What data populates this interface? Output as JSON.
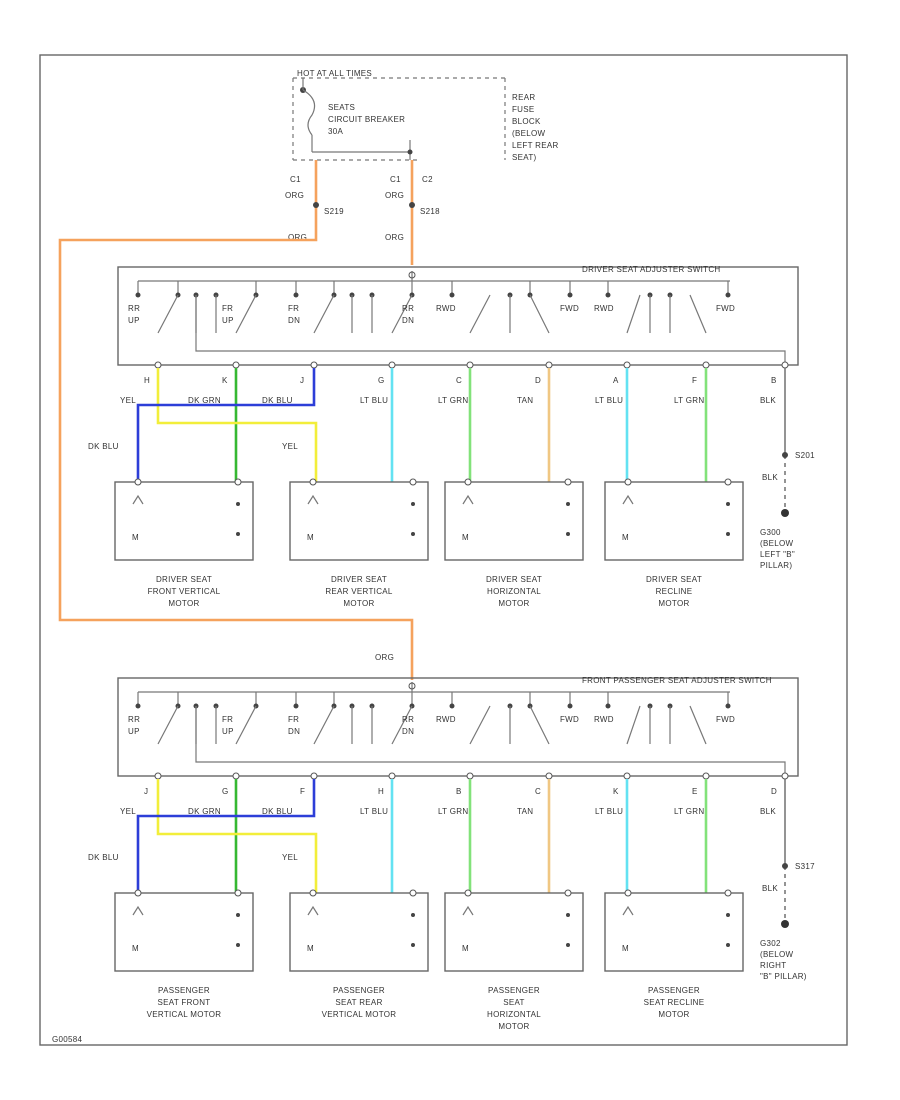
{
  "power": {
    "hot_label": "HOT AT ALL TIMES",
    "breaker_label": [
      "SEATS",
      "CIRCUIT BREAKER",
      "30A"
    ],
    "fuse_block_label": [
      "REAR",
      "FUSE",
      "BLOCK",
      "(BELOW",
      "LEFT REAR",
      "SEAT)"
    ],
    "c1_left": "C1",
    "c1_right": "C1",
    "c2": "C2",
    "org_left": "ORG",
    "org_right": "ORG",
    "s_left": "S219",
    "s_right": "S218",
    "org_run": "ORG",
    "org_down": "ORG"
  },
  "driver_switch": {
    "title": "DRIVER SEAT ADJUSTER SWITCH",
    "contact_labels": [
      "RR UP",
      "FR UP",
      "FR DN",
      "RR DN",
      "RWD",
      "FWD",
      "RWD",
      "FWD"
    ],
    "pins": [
      "H",
      "K",
      "J",
      "G",
      "C",
      "D",
      "A",
      "F",
      "B"
    ],
    "wires": [
      "YEL",
      "DK GRN",
      "DK BLU",
      "LT BLU",
      "LT GRN",
      "TAN",
      "LT BLU",
      "LT GRN",
      "BLK"
    ],
    "cross_labels": [
      "DK BLU",
      "YEL"
    ],
    "splice": "S201",
    "blk2": "BLK",
    "ground": [
      "G300",
      "(BELOW",
      "LEFT \"B\"",
      "PILLAR)"
    ],
    "motors": [
      [
        "DRIVER SEAT",
        "FRONT VERTICAL",
        "MOTOR"
      ],
      [
        "DRIVER SEAT",
        "REAR VERTICAL",
        "MOTOR"
      ],
      [
        "DRIVER SEAT",
        "HORIZONTAL",
        "MOTOR"
      ],
      [
        "DRIVER SEAT",
        "RECLINE",
        "MOTOR"
      ]
    ]
  },
  "passenger_switch": {
    "title": "FRONT PASSENGER SEAT ADJUSTER SWITCH",
    "contact_labels": [
      "RR UP",
      "FR UP",
      "FR DN",
      "RR DN",
      "RWD",
      "FWD",
      "RWD",
      "FWD"
    ],
    "pins": [
      "J",
      "G",
      "F",
      "H",
      "B",
      "C",
      "K",
      "E",
      "D"
    ],
    "wires": [
      "YEL",
      "DK GRN",
      "DK BLU",
      "LT BLU",
      "LT GRN",
      "TAN",
      "LT BLU",
      "LT GRN",
      "BLK"
    ],
    "cross_labels": [
      "DK BLU",
      "YEL"
    ],
    "splice": "S317",
    "blk2": "BLK",
    "ground": [
      "G302",
      "(BELOW",
      "RIGHT",
      "\"B\" PILLAR)"
    ],
    "motors": [
      [
        "PASSENGER",
        "SEAT FRONT",
        "VERTICAL MOTOR"
      ],
      [
        "PASSENGER",
        "SEAT REAR",
        "VERTICAL MOTOR"
      ],
      [
        "PASSENGER",
        "SEAT",
        "HORIZONTAL",
        "MOTOR"
      ],
      [
        "PASSENGER",
        "SEAT RECLINE",
        "MOTOR"
      ]
    ]
  },
  "footer_code": "G00584",
  "colors": {
    "ORG": "#f5a25d",
    "YEL": "#f2ee3a",
    "DK GRN": "#36b832",
    "DK BLU": "#2d3ed8",
    "LT BLU": "#63e2f2",
    "LT GRN": "#82e27a",
    "TAN": "#f0c783",
    "BLK": "#666666"
  }
}
